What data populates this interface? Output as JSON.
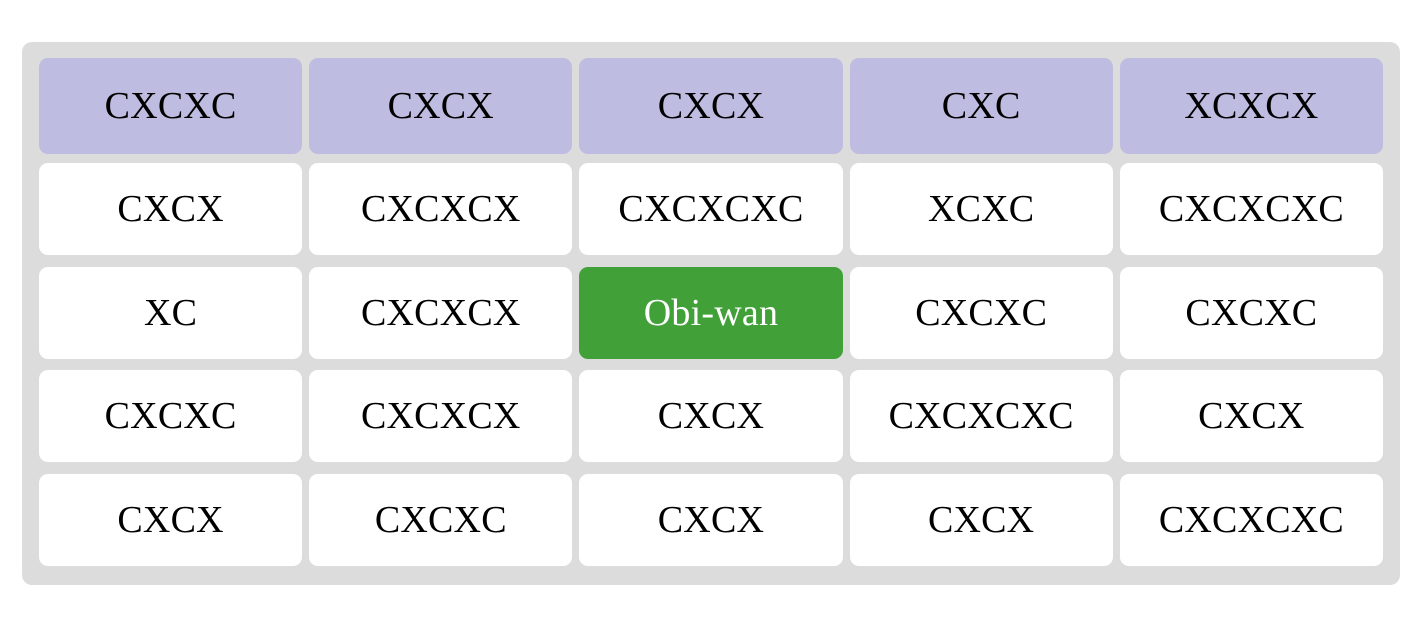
{
  "colors": {
    "page_background": "#ffffff",
    "table_background": "#dcdcdc",
    "cell_background": "#ffffff",
    "header_background": "#bfbce1",
    "highlight_background": "#41a138",
    "text": "#000000",
    "highlight_text": "#ffffff"
  },
  "table": {
    "columns": 5,
    "rows": 5,
    "header": [
      "CXCXC",
      "CXCX",
      "CXCX",
      "CXC",
      "XCXCX"
    ],
    "body": [
      {
        "cells": [
          {
            "text": "CXCX",
            "highlighted": false
          },
          {
            "text": "CXCXCX",
            "highlighted": false
          },
          {
            "text": "CXCXCXC",
            "highlighted": false
          },
          {
            "text": "XCXC",
            "highlighted": false
          },
          {
            "text": "CXCXCXC",
            "highlighted": false
          }
        ]
      },
      {
        "cells": [
          {
            "text": "XC",
            "highlighted": false
          },
          {
            "text": "CXCXCX",
            "highlighted": false
          },
          {
            "text": "Obi-wan",
            "highlighted": true
          },
          {
            "text": "CXCXC",
            "highlighted": false
          },
          {
            "text": "CXCXC",
            "highlighted": false
          }
        ]
      },
      {
        "cells": [
          {
            "text": "CXCXC",
            "highlighted": false
          },
          {
            "text": "CXCXCX",
            "highlighted": false
          },
          {
            "text": "CXCX",
            "highlighted": false
          },
          {
            "text": "CXCXCXC",
            "highlighted": false
          },
          {
            "text": "CXCX",
            "highlighted": false
          }
        ]
      },
      {
        "cells": [
          {
            "text": "CXCX",
            "highlighted": false
          },
          {
            "text": "CXCXC",
            "highlighted": false
          },
          {
            "text": "CXCX",
            "highlighted": false
          },
          {
            "text": "CXCX",
            "highlighted": false
          },
          {
            "text": "CXCXCXC",
            "highlighted": false
          }
        ]
      }
    ]
  }
}
